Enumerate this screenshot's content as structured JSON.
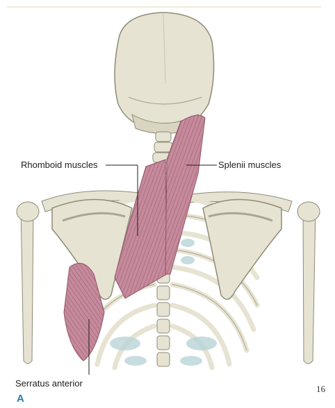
{
  "labels": {
    "rhomboid": "Rhomboid muscles",
    "splenii": "Splenii muscles",
    "serratus": "Serratus anterior",
    "panel": "A"
  },
  "page_number": "16",
  "colors": {
    "bone": "#e6e3d2",
    "bone_shadow": "#bdb9a3",
    "muscle": "#c58a9b",
    "muscle_stripe": "#9d5f72",
    "cartilage": "#b9d4d8",
    "panel_letter": "#2a7fa6"
  }
}
